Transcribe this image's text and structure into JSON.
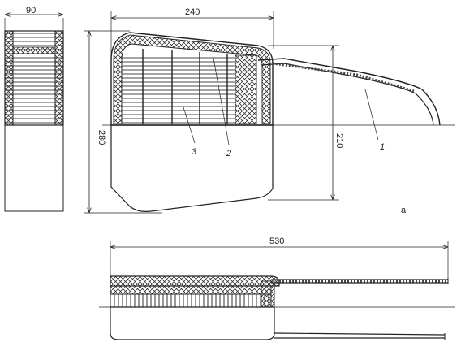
{
  "dimensions": {
    "side_width": "90",
    "top_width": "240",
    "total_height": "280",
    "lower_height": "210",
    "bottom_length": "530"
  },
  "callouts": {
    "c1": "1",
    "c2": "2",
    "c3": "3"
  },
  "view_letter": "a"
}
